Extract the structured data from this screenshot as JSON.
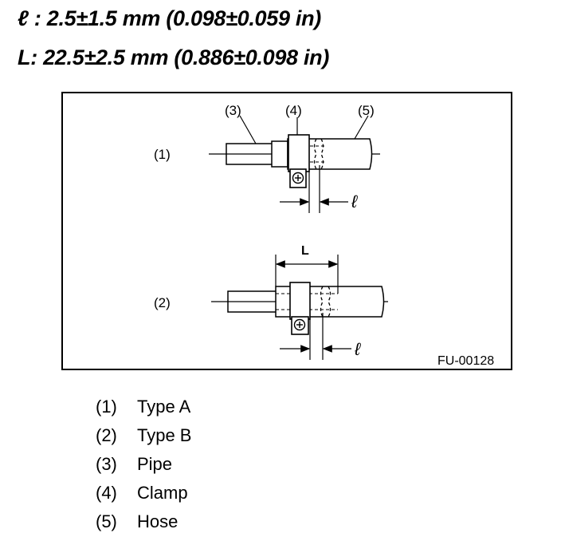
{
  "specs": {
    "line1": {
      "symbol": "ℓ",
      "text": " : 2.5±1.5 mm (0.098±0.059 in)"
    },
    "line2": {
      "symbol": "L",
      "text": ": 22.5±2.5 mm (0.886±0.098 in)"
    }
  },
  "figure": {
    "callouts": {
      "pipe": "(3)",
      "clamp": "(4)",
      "hose": "(5)"
    },
    "type_a_label": "(1)",
    "type_b_label": "(2)",
    "dim_small": "ℓ",
    "dim_large": "L",
    "figure_id": "FU-00128"
  },
  "legend": [
    {
      "num": "(1)",
      "label": "Type A"
    },
    {
      "num": "(2)",
      "label": "Type B"
    },
    {
      "num": "(3)",
      "label": "Pipe"
    },
    {
      "num": "(4)",
      "label": "Clamp"
    },
    {
      "num": "(5)",
      "label": "Hose"
    }
  ]
}
